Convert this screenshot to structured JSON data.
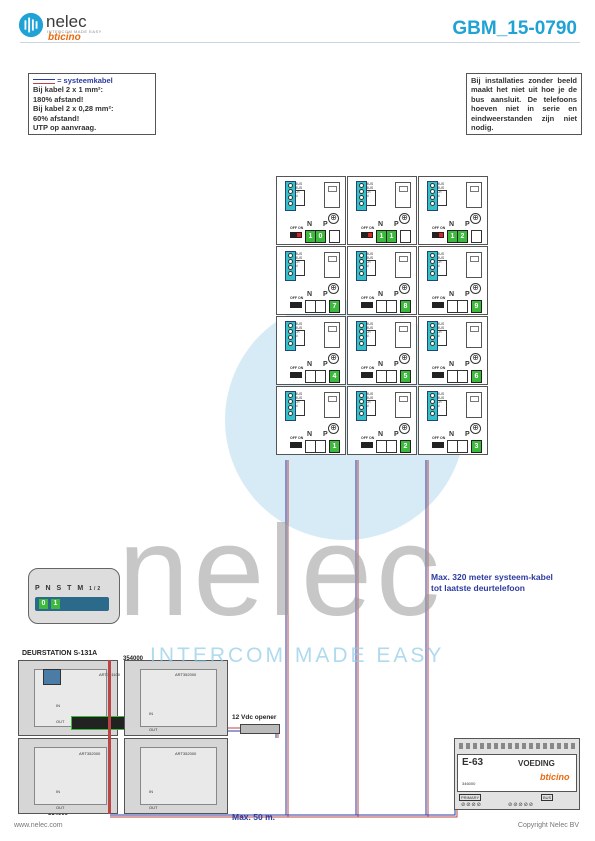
{
  "header": {
    "logo_word": "nelec",
    "logo_tagline": "INTERCOM MADE EASY",
    "logo_brand": "bticino",
    "doc_code": "GBM_15-0790"
  },
  "note_cable": {
    "legend": "= systeemkabel",
    "lines": [
      "Bij kabel 2 x 1 mm²:",
      "180% afstand!",
      "Bij kabel 2 x 0,28 mm²:",
      "60% afstand!",
      "UTP op aanvraag."
    ]
  },
  "note_video": {
    "text": "Bij installaties zonder beeld maakt het niet uit hoe je de bus aansluit. De telefoons hoeven niet in serie en eindweerstanden zijn niet nodig."
  },
  "grid": {
    "terminal_labels": [
      "BUS",
      "BUS",
      "Ch",
      "N"
    ],
    "n_label": "N",
    "p_label": "P",
    "switch_label": "OFF ON",
    "rows": [
      {
        "n": "1",
        "p": [
          "0",
          "1",
          "2"
        ],
        "switch_on": true
      },
      {
        "n": "",
        "p": [
          "7",
          "8",
          "9"
        ],
        "switch_on": false
      },
      {
        "n": "",
        "p": [
          "4",
          "5",
          "6"
        ],
        "switch_on": false
      },
      {
        "n": "",
        "p": [
          "1",
          "2",
          "3"
        ],
        "switch_on": false
      }
    ]
  },
  "station": {
    "title": "DEURSTATION S-131A",
    "keypad_labels": [
      "P",
      "N",
      "S",
      "T",
      "M",
      "1/2"
    ],
    "keypad_values": [
      "0",
      "1"
    ],
    "cable_code_top": "354000",
    "cable_code_bottom": "354000",
    "opener_label": "12 Vdc opener",
    "module_labels": [
      "ART351100",
      "ART352000",
      "ART352000",
      "ART352000"
    ],
    "in_label": "IN",
    "out_label": "OUT"
  },
  "annotations": {
    "max_320": "Max. 320 meter systeem-kabel tot laatste deurtelefoon",
    "max_50": "Max. 50 m."
  },
  "psu": {
    "model": "E-63",
    "title": "VOEDING",
    "brand": "bticino",
    "code": "346000",
    "primary_label": "PRIMARY",
    "bus_label": "BUS"
  },
  "watermark": {
    "word": "nelec",
    "tagline": "INTERCOM MADE EASY"
  },
  "footer": {
    "left": "www.nelec.com",
    "right": "Copyright Nelec BV"
  },
  "colors": {
    "accent": "#1fa2d6",
    "brand_orange": "#e86a10",
    "terminal": "#36c0c8",
    "digit_green": "#3db93d",
    "cable_blue": "#2c3aa0",
    "cable_red": "#b44"
  }
}
